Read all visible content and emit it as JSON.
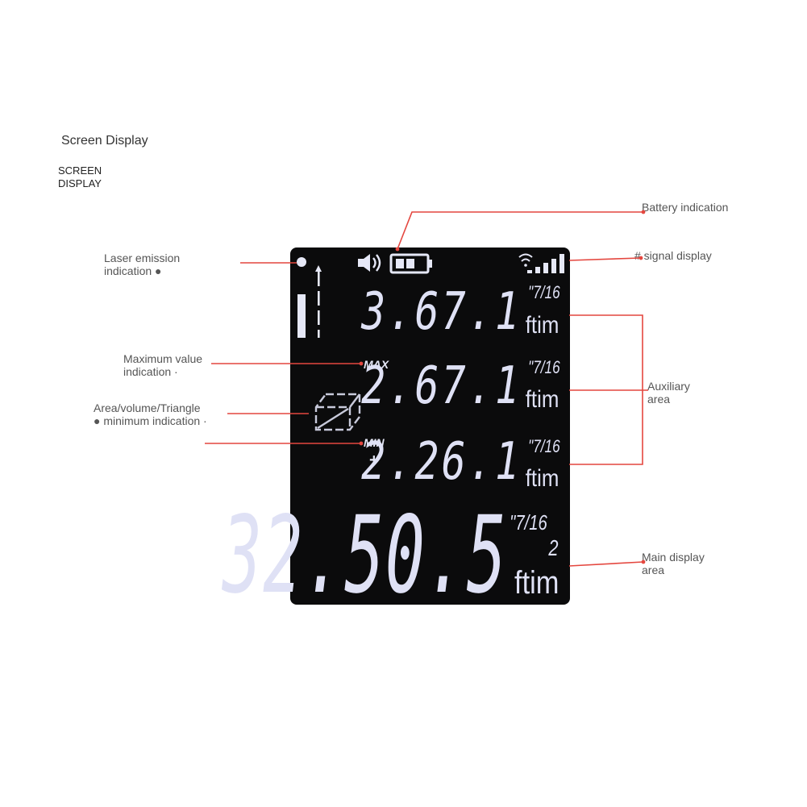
{
  "header": {
    "title": "Screen Display",
    "subtitle": "SCREEN DISPLAY"
  },
  "callouts": {
    "battery": "Battery indication",
    "signal": "# signal display",
    "laser_line1": "Laser emission",
    "laser_line2": "indication ●",
    "max_line1": "Maximum value",
    "max_line2": "indication ·",
    "area_line1": "Area/volume/Triangle",
    "area_line2": "● minimum indication ·",
    "aux_line1": "Auxiliary",
    "aux_line2": "area",
    "main_line1": "Main display",
    "main_line2": "area"
  },
  "screen": {
    "max_label": "MAX",
    "min_label": "MIN",
    "plus": "+",
    "rows": [
      {
        "value": "3.67.1",
        "fraction": "\"7/16",
        "unit": "ftim"
      },
      {
        "value": "2.67.1",
        "fraction": "\"7/16",
        "unit": "ftim"
      },
      {
        "value": "2.26.1",
        "fraction": "\"7/16",
        "unit": "ftim"
      }
    ],
    "main": {
      "value": "32.50.5",
      "fraction": "\"7/16",
      "exponent": "2",
      "unit": "ftim"
    }
  },
  "colors": {
    "leader": "#e4473f",
    "screen_bg": "#0b0b0c",
    "segment": "#dfe1f5"
  }
}
